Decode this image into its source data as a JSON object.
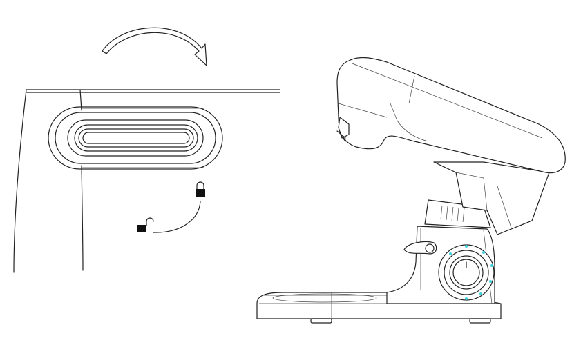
{
  "figure": {
    "left_panel": {
      "rotation_arrow_icon": "clockwise-arrow",
      "locked_icon": "padlock-closed",
      "unlocked_icon": "padlock-open"
    },
    "right_panel": {
      "subject": "stand-mixer-side-view",
      "speed_dial_accent": "#3fd0e0"
    },
    "colors": {
      "line": "#222222",
      "background": "#ffffff"
    }
  }
}
